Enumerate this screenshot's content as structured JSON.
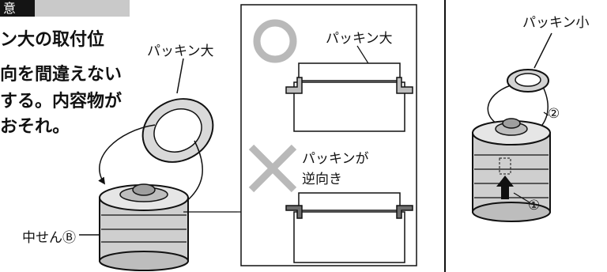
{
  "caution": {
    "header": "意",
    "lines": [
      "ン大の取付位",
      "向を間違えない",
      "する。内容物が",
      "おそれ。"
    ]
  },
  "labels": {
    "large_gasket": "パッキン大",
    "inner_plug": "中せん",
    "inner_plug_mark": "Ⓑ",
    "small_gasket": "パッキン小"
  },
  "correct_panel": {
    "symbol": "○",
    "label": "パッキン大"
  },
  "wrong_panel": {
    "symbol": "×",
    "label_line1": "パッキンが",
    "label_line2": "逆向き"
  },
  "steps": {
    "step1": "①",
    "step2": "②"
  },
  "colors": {
    "correct_symbol": "#b9b9b9",
    "wrong_symbol": "#b9b9b9",
    "header_bg": "#141414",
    "header_gray": "#c9c9c9"
  }
}
